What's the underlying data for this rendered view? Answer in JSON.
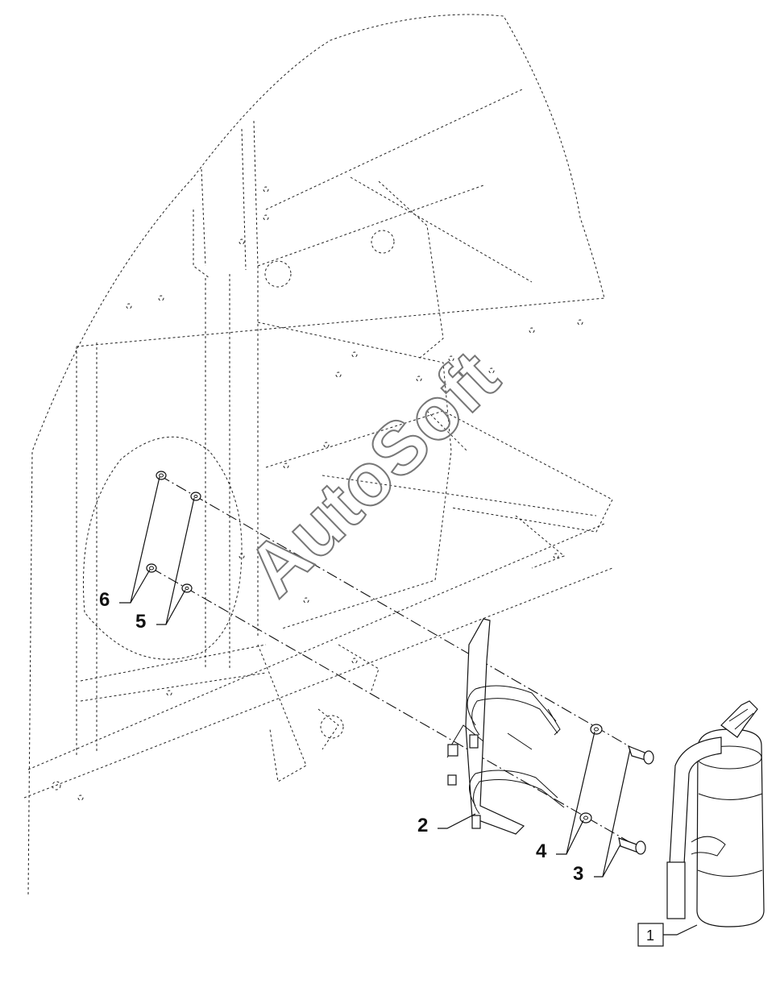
{
  "callouts": {
    "c1": "1",
    "c2": "2",
    "c3": "3",
    "c4": "4",
    "c5": "5",
    "c6": "6"
  },
  "watermark": "AutoSoft",
  "icons": {
    "extinguisher": "fire-extinguisher-icon",
    "bracket": "extinguisher-bracket-icon",
    "bolt": "bolt-icon",
    "washer": "washer-icon",
    "nut": "nut-icon"
  },
  "colors": {
    "line": "#111111",
    "background": "#ffffff",
    "watermark": "#777777"
  }
}
